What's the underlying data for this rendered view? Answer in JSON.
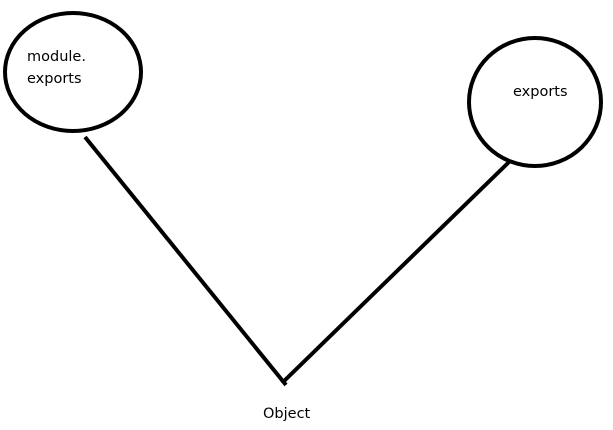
{
  "diagram": {
    "nodes": {
      "module_exports": {
        "label_line1": "module.",
        "label_line2": "exports"
      },
      "exports": {
        "label": "exports"
      },
      "object": {
        "label": "Object"
      }
    },
    "colors": {
      "stroke": "#000000",
      "background": "#ffffff"
    }
  }
}
